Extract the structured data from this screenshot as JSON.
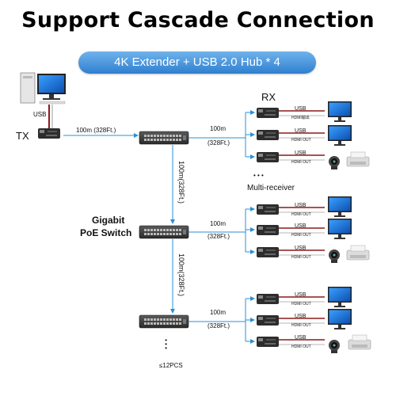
{
  "title": "Support Cascade Connection",
  "subtitle": "4K Extender + USB 2.0 Hub * 4",
  "labels": {
    "tx": "TX",
    "rx": "RX",
    "usb": "USB",
    "hdmi_out": "HDMI OUT",
    "hdmi_out_first": "HDMI输出",
    "distance_100m": "100m",
    "distance_328": "(328Ft.)",
    "distance_horizontal": "100m (328Ft.)",
    "distance_vertical": "100m(328Ft.)",
    "multi_receiver": "Multi-receiver",
    "switch_label_line1": "Gigabit",
    "switch_label_line2": "PoE Switch",
    "limit": "≤12PCS",
    "ellipsis": "• • •"
  },
  "colors": {
    "line": "#2a8fd8",
    "usb_cable": "#8b1a1a",
    "hdmi_cable": "#f0f0f0",
    "pill": "#3d8edb",
    "device": "#333333",
    "monitor": "#1e78d8"
  },
  "icons": [
    "computer-icon",
    "tx-device-icon",
    "network-switch-icon",
    "rx-device-icon",
    "monitor-icon",
    "printer-icon",
    "webcam-icon"
  ]
}
